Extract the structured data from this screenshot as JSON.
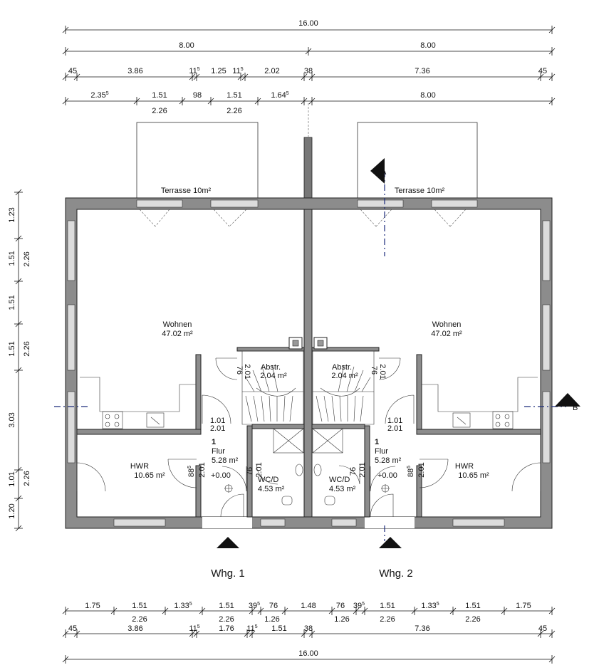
{
  "dimensions": {
    "top1": [
      {
        "v": "16.00"
      }
    ],
    "top2": [
      {
        "v": "8.00"
      },
      {
        "v": "8.00"
      }
    ],
    "top3": [
      {
        "v": "45"
      },
      {
        "v": "3.86"
      },
      {
        "v": "11",
        "s": "5"
      },
      {
        "v": "1.25"
      },
      {
        "v": "11",
        "s": "5"
      },
      {
        "v": "2.02"
      },
      {
        "v": "38"
      },
      {
        "v": "7.36"
      },
      {
        "v": "45"
      }
    ],
    "top4": [
      {
        "v": "2.35",
        "s": "5"
      },
      {
        "v": "1.51"
      },
      {
        "v": "98"
      },
      {
        "v": "1.51"
      },
      {
        "v": "1.64",
        "s": "5"
      },
      {
        "v": "8.00"
      }
    ],
    "top4b": [
      {
        "v": "2.26"
      },
      {
        "v": "2.26"
      }
    ],
    "bottom1": [
      {
        "v": "1.75"
      },
      {
        "v": "1.51"
      },
      {
        "v": "1.33",
        "s": "5"
      },
      {
        "v": "1.51"
      },
      {
        "v": "39",
        "s": "5"
      },
      {
        "v": "76"
      },
      {
        "v": "1.48"
      },
      {
        "v": "76"
      },
      {
        "v": "39",
        "s": "5"
      },
      {
        "v": "1.51"
      },
      {
        "v": "1.33",
        "s": "5"
      },
      {
        "v": "1.51"
      },
      {
        "v": "1.75"
      }
    ],
    "bottom1b": [
      {
        "v": "2.26"
      },
      {
        "v": "2.26"
      },
      {
        "v": "1.26"
      },
      {
        "v": "1.26"
      },
      {
        "v": "2.26"
      },
      {
        "v": "2.26"
      }
    ],
    "bottom2": [
      {
        "v": "45"
      },
      {
        "v": "3.86"
      },
      {
        "v": "11",
        "s": "5"
      },
      {
        "v": "1.76"
      },
      {
        "v": "11",
        "s": "5"
      },
      {
        "v": "1.51"
      },
      {
        "v": "38"
      },
      {
        "v": "7.36"
      },
      {
        "v": "45"
      }
    ],
    "bottom3": [
      {
        "v": "16.00"
      }
    ],
    "left1": [
      {
        "v": "1.23"
      },
      {
        "v": "1.51"
      },
      {
        "v": "1.51"
      },
      {
        "v": "1.51"
      },
      {
        "v": "3.03"
      },
      {
        "v": "1.01"
      },
      {
        "v": "1.20"
      }
    ],
    "left2": [
      {
        "v": "2.26"
      },
      {
        "v": "2.26"
      },
      {
        "v": "2.26"
      }
    ]
  },
  "rooms": {
    "terrace_left": "Terrasse 10m²",
    "terrace_right": "Terrasse 10m²",
    "wohnen_left": {
      "name": "Wohnen",
      "area": "47.02 m²"
    },
    "wohnen_right": {
      "name": "Wohnen",
      "area": "47.02 m²"
    },
    "hwr_left": {
      "name": "HWR",
      "area": "10.65 m²"
    },
    "hwr_right": {
      "name": "HWR",
      "area": "10.65 m²"
    },
    "abstr_left": {
      "name": "Abstr.",
      "area": "2.04 m²"
    },
    "abstr_right": {
      "name": "Abstr.",
      "area": "2.04 m²"
    },
    "flur_left": {
      "num": "1",
      "name": "Flur",
      "area": "5.28 m²",
      "level": "+0.00"
    },
    "flur_right": {
      "num": "1",
      "name": "Flur",
      "area": "5.28 m²",
      "level": "+0.00"
    },
    "wc_left": {
      "name": "WC/D",
      "area": "4.53 m²"
    },
    "wc_right": {
      "name": "WC/D",
      "area": "4.53 m²"
    }
  },
  "openings": {
    "door_flur_left": {
      "w": "1.01",
      "h": "2.01"
    },
    "door_flur_right": {
      "w": "1.01",
      "h": "2.01"
    },
    "door_hwr_left": {
      "w": "88",
      "s": "5",
      "h": "2.01"
    },
    "door_hwr_right": {
      "w": "88",
      "s": "5",
      "h": "2.01"
    },
    "door_wc_left": {
      "w": "76",
      "h": "2.01"
    },
    "door_wc_right": {
      "w": "76",
      "h": "2.01"
    },
    "door_abstr_left": {
      "w": "76",
      "h": "2.01"
    },
    "door_abstr_right": {
      "w": "76",
      "h": "2.01"
    }
  },
  "units": {
    "left": "Whg. 1",
    "right": "Whg. 2"
  },
  "sections": {
    "a": "A",
    "b": "B"
  }
}
